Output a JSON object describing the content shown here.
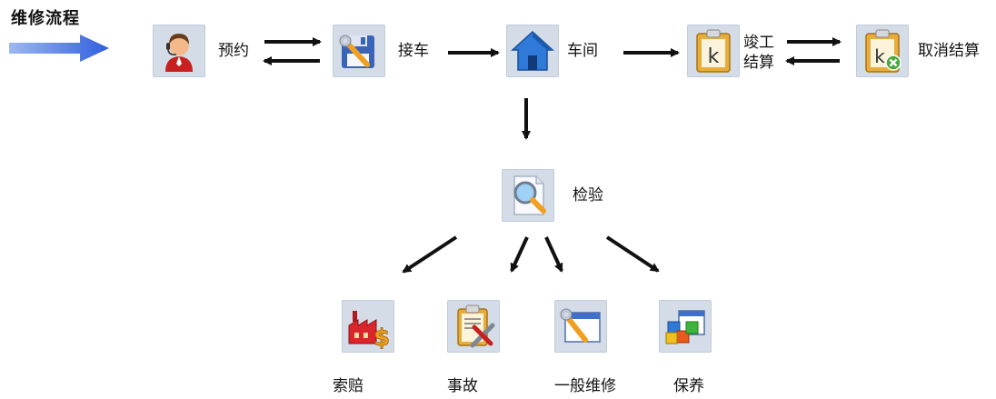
{
  "title": "维修流程",
  "nodes": {
    "appointment": "预约",
    "reception": "接车",
    "workshop": "车间",
    "completion": "竣工\n结算",
    "cancel_settlement": "取消结算",
    "inspection": "检验",
    "claim": "索赔",
    "accident": "事故",
    "general_repair": "一般维修",
    "maintenance": "保养"
  },
  "colors": {
    "lead_arrow": "#3e6fe0",
    "flow_arrow": "#111111",
    "icon_bg": "#d4dce8"
  },
  "icons": {
    "appointment": "person-headset-icon",
    "reception": "floppy-wrench-icon",
    "workshop": "house-icon",
    "completion": "clipboard-k-icon",
    "cancel_settlement": "clipboard-k-cancel-icon",
    "inspection": "magnifier-document-icon",
    "claim": "factory-dollar-icon",
    "accident": "clipboard-tools-icon",
    "general_repair": "window-wrench-icon",
    "maintenance": "blocks-window-icon"
  }
}
